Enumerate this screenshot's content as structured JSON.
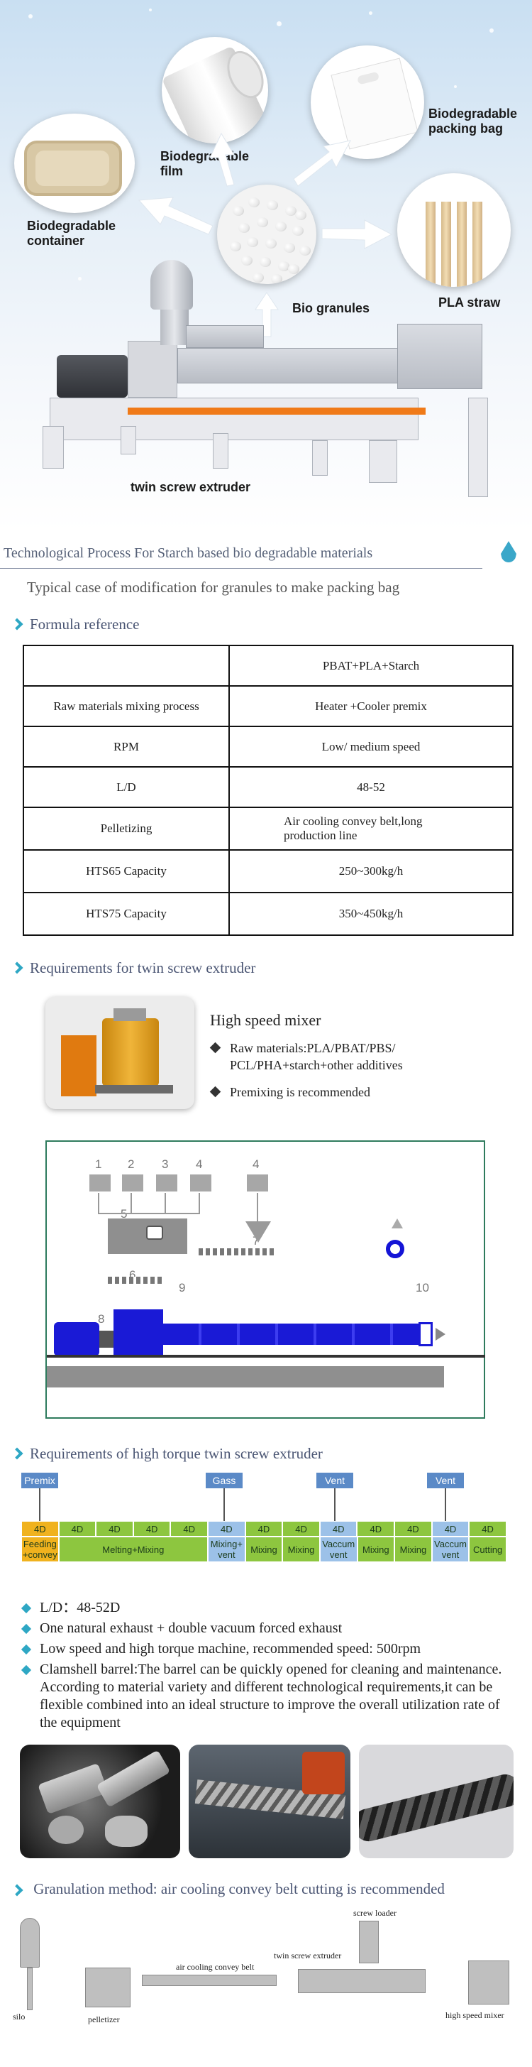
{
  "hero": {
    "labels": {
      "container": "Biodegradable\ncontainer",
      "film": "Biodegradable\nfilm",
      "bag": "Biodegradable\npacking bag",
      "granules": "Bio granules",
      "straw": "PLA straw",
      "extruder": "twin screw extruder"
    },
    "colors": {
      "sky": "#c9dff2",
      "arrow": "#ffffff",
      "orange": "#f07a18"
    }
  },
  "process": {
    "title": "Technological Process For Starch based bio degradable materials",
    "subtitle": "Typical case of modification for granules to make packing bag"
  },
  "formula": {
    "heading": "Formula reference",
    "rows": [
      [
        "",
        "PBAT+PLA+Starch"
      ],
      [
        "Raw materials mixing process",
        "Heater +Cooler premix"
      ],
      [
        "RPM",
        "Low/ medium speed"
      ],
      [
        "L/D",
        "48-52"
      ],
      [
        "Pelletizing",
        "Air cooling convey belt,long\nproduction line"
      ],
      [
        "HTS65 Capacity",
        "250~300kg/h"
      ],
      [
        "HTS75 Capacity",
        "350~450kg/h"
      ]
    ]
  },
  "requirements": {
    "heading": "Requirements for twin screw extruder",
    "mixer_title": "High speed mixer",
    "mixer_points": [
      "Raw materials:PLA/PBAT/PBS/\nPCL/PHA+starch+other additives",
      "Premixing is recommended"
    ],
    "diagram_numbers": [
      "1",
      "2",
      "3",
      "4",
      "5",
      "6",
      "7",
      "8",
      "9",
      "10",
      "4"
    ]
  },
  "torque": {
    "heading": "Requirements of high torque twin screw extruder",
    "tags": [
      "Premix",
      "Gass",
      "Vent",
      "Vent"
    ],
    "zones_top": [
      "4D",
      "4D",
      "4D",
      "4D",
      "4D",
      "4D",
      "4D",
      "4D",
      "4D",
      "4D",
      "4D",
      "4D",
      "4D"
    ],
    "zones_bottom": [
      "Feeding\n+convey",
      "Melting+Mixing",
      "Mixing+\nvent",
      "Mixing",
      "Mixing",
      "Vaccum\nvent",
      "Mixing",
      "Mixing",
      "Vaccum\nvent",
      "Cutting"
    ],
    "bullets": [
      "L/D：48-52D",
      "One natural exhaust + double vacuum forced exhaust",
      "Low speed and high torque machine, recommended speed: 500rpm",
      "Clamshell barrel:The barrel can be quickly opened for cleaning and maintenance. According to material variety and different technological requirements,it can be flexible combined into an ideal structure to improve the overall utilization rate of the equipment"
    ]
  },
  "granulation": {
    "heading": "Granulation method: air cooling convey belt cutting is recommended",
    "labels": {
      "silo": "silo",
      "pelletizer": "pelletizer",
      "belt": "air cooling convey belt",
      "extruder": "twin screw extruder",
      "loader": "screw loader",
      "mixer": "high speed mixer"
    }
  }
}
